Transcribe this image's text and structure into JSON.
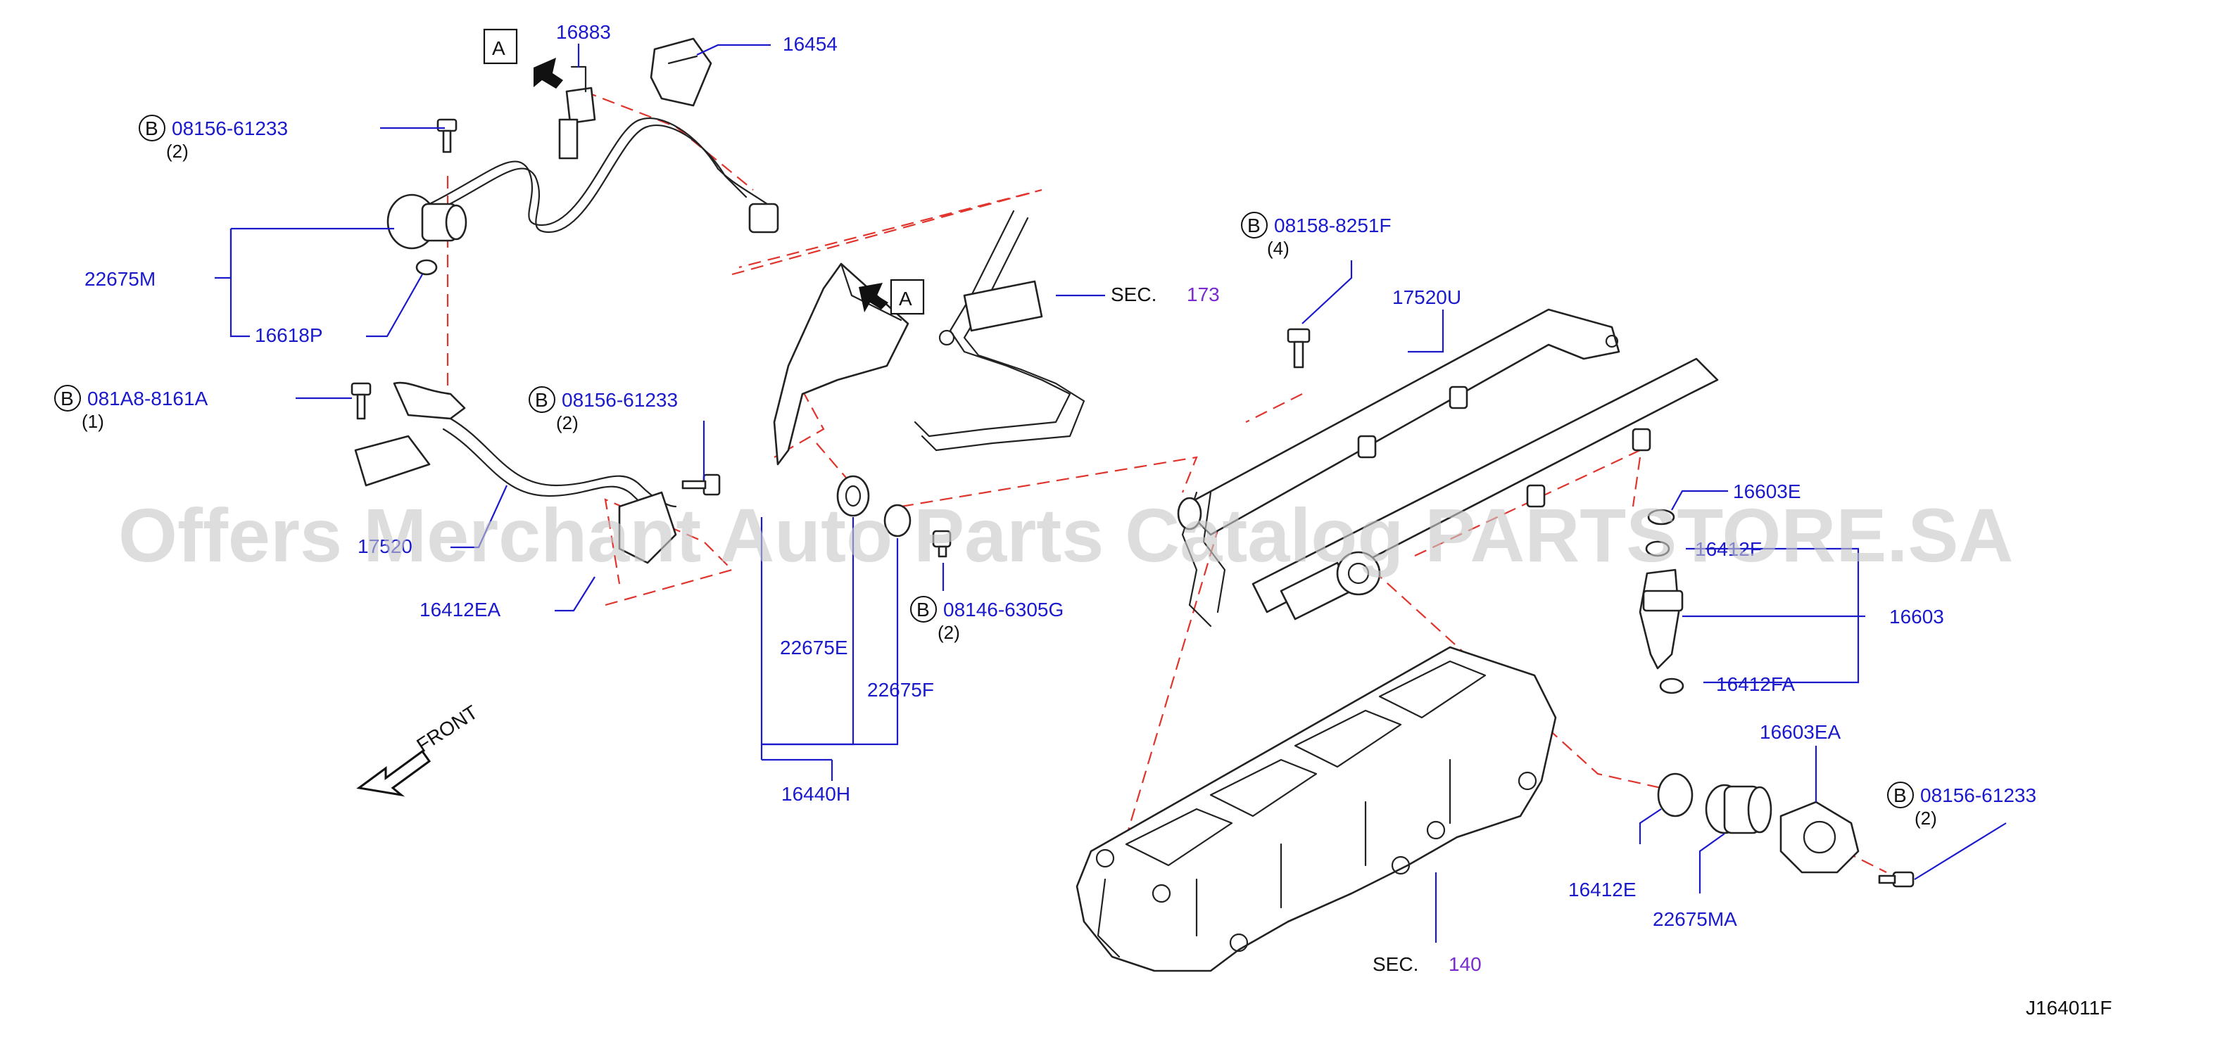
{
  "callouts": {
    "p16883": "16883",
    "p16454": "16454",
    "b_08156_61233_top": "08156-61233",
    "q2_top": "(2)",
    "p22675M": "22675M",
    "p16618P": "16618P",
    "b_081A8_8161A": "081A8-8161A",
    "q1_081A8": "(1)",
    "b_08156_61233_mid": "08156-61233",
    "q2_mid": "(2)",
    "p17520": "17520",
    "p16412EA": "16412EA",
    "p22675E": "22675E",
    "p22675F": "22675F",
    "p16440H": "16440H",
    "b_08146_6305G": "08146-6305G",
    "q2_08146": "(2)",
    "b_08158_8251F": "08158-8251F",
    "q4_08158": "(4)",
    "p17520U": "17520U",
    "p16603E": "16603E",
    "p16412F": "16412F",
    "p16603": "16603",
    "p16412FA": "16412FA",
    "p16603EA": "16603EA",
    "b_08156_61233_right": "08156-61233",
    "q2_right": "(2)",
    "p16412E": "16412E",
    "p22675MA": "22675MA"
  },
  "sections": {
    "sec_prefix": "SEC.",
    "sec173": "173",
    "sec140": "140"
  },
  "markers": {
    "view_a": "A",
    "bolt_b": "B",
    "front": "FRONT"
  },
  "diagram_code": "J164011F",
  "watermark": "Offers Merchant Auto Parts Catalog PARTSTORE.SA",
  "colors": {
    "part_number": "#1a1acc",
    "section_ref": "#7a2ad0",
    "dashed_line": "#e0342c",
    "watermark": "#c8c8c8"
  }
}
